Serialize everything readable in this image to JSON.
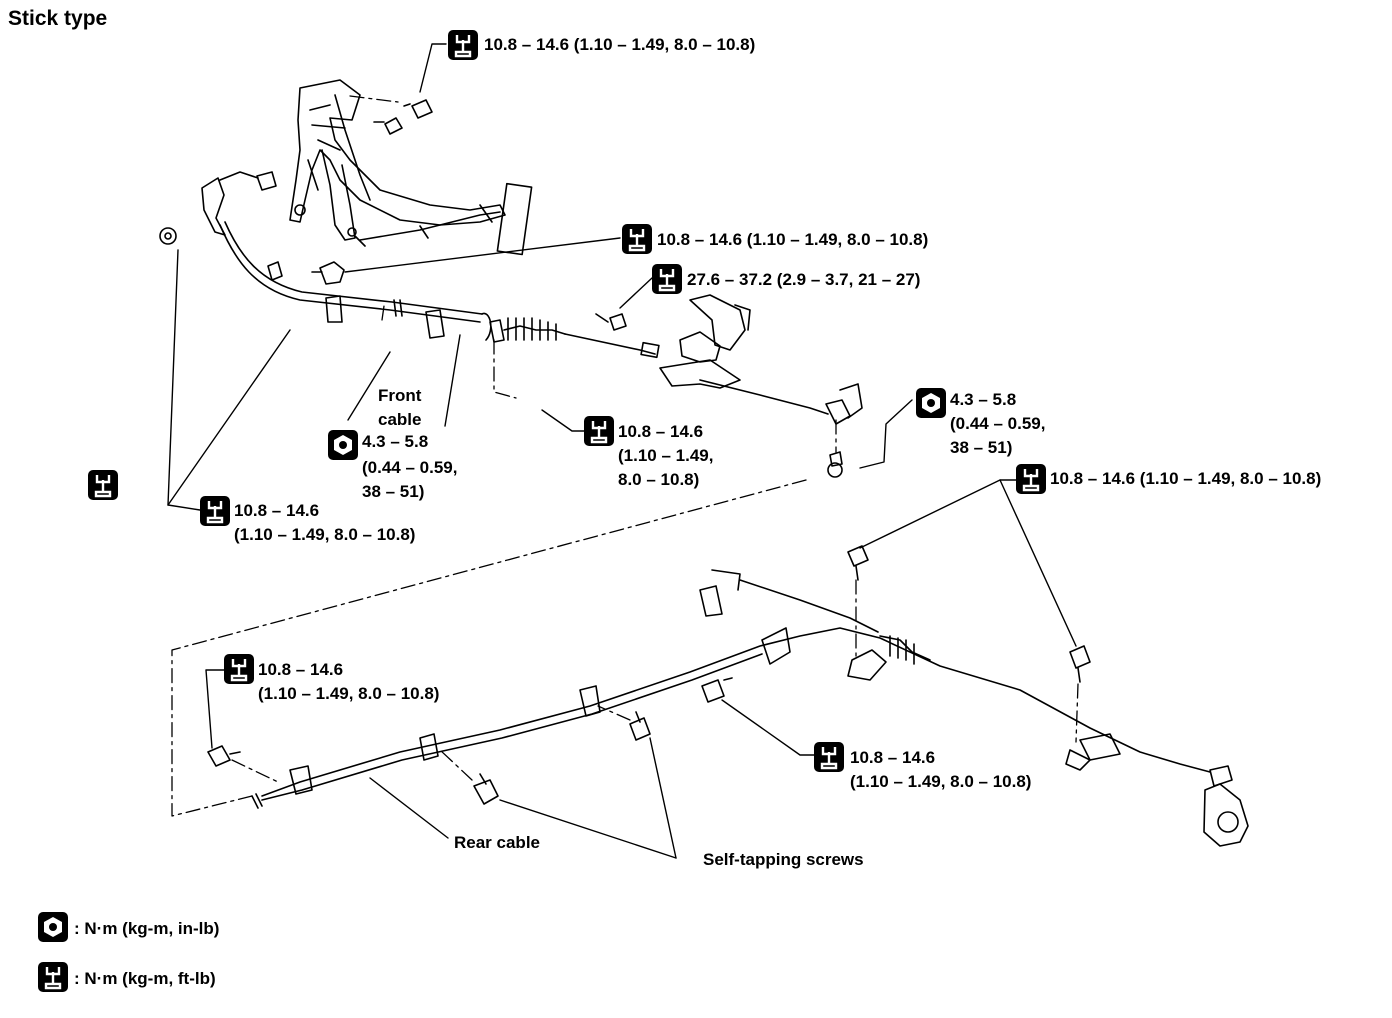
{
  "title": "Stick type",
  "torque": {
    "t1": "10.8 – 14.6 (1.10 – 1.49, 8.0 – 10.8)",
    "t2": "10.8 – 14.6 (1.10 – 1.49, 8.0 – 10.8)",
    "t3": "27.6 – 37.2 (2.9 – 3.7, 21 – 27)",
    "t4": [
      "4.3 – 5.8",
      "(0.44 – 0.59,",
      "38 – 51)"
    ],
    "t5": [
      "10.8 – 14.6",
      "(1.10 – 1.49,",
      "8.0 – 10.8)"
    ],
    "t6": [
      "4.3 – 5.8",
      "(0.44 – 0.59,",
      "38 – 51)"
    ],
    "t7": [
      "10.8 – 14.6",
      "(1.10 – 1.49, 8.0 – 10.8)"
    ],
    "t8": "10.8 – 14.6 (1.10 – 1.49, 8.0 – 10.8)",
    "t9": [
      "10.8 – 14.6",
      "(1.10 – 1.49, 8.0 – 10.8)"
    ],
    "t10": [
      "10.8 – 14.6",
      "(1.10 – 1.49, 8.0 – 10.8)"
    ]
  },
  "parts": {
    "front_cable": [
      "Front",
      "cable"
    ],
    "rear_cable": "Rear cable",
    "self_tapping": "Self-tapping screws"
  },
  "legend": {
    "in_lb": ": N·m (kg-m, in-lb)",
    "ft_lb": ": N·m (kg-m, ft-lb)"
  }
}
